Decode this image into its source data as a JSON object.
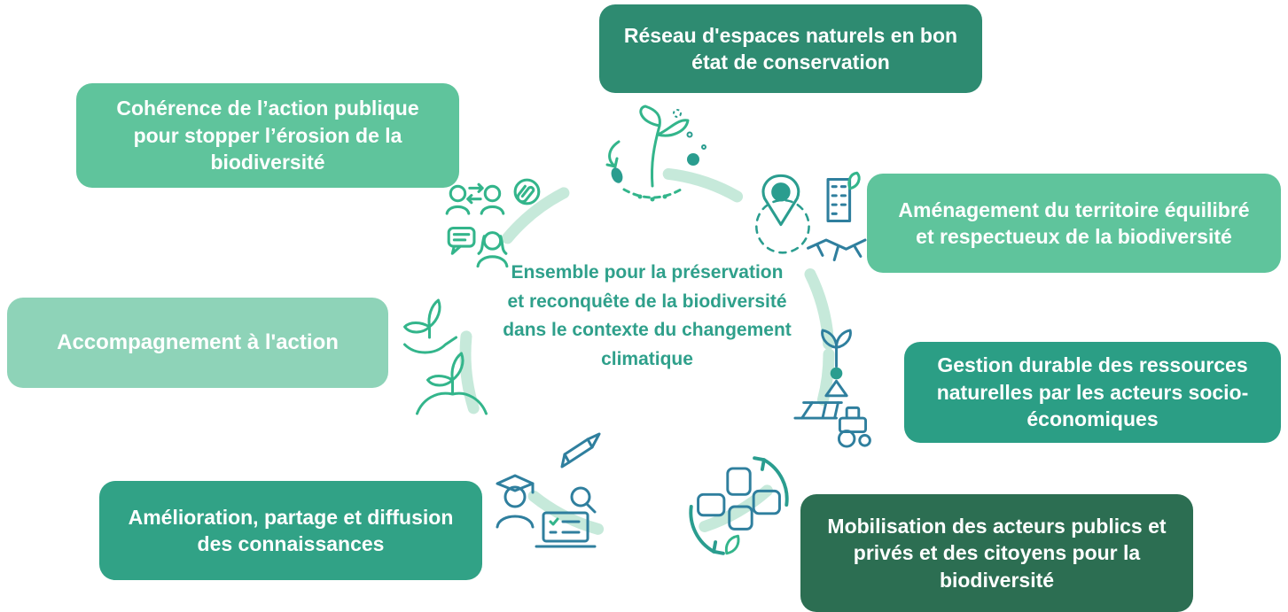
{
  "diagram": {
    "center_text": "Ensemble pour la préservation et reconquête de la biodiversité dans le contexte du changement climatique",
    "center_color": "#2fa08b",
    "ring_color": "#c6e9da"
  },
  "boxes": {
    "reseau": {
      "label": "Réseau d'espaces naturels en bon état de conservation",
      "bg": "#2e8b71"
    },
    "coherence": {
      "label": "Cohérence de l’action publique pour stopper l’érosion de la biodiversité",
      "bg": "#5fc49c"
    },
    "amenagement": {
      "label": "Aménagement du territoire équilibré et respectueux de la biodiversité",
      "bg": "#5fc49c"
    },
    "accompagnement": {
      "label": "Accompagnement à l'action",
      "bg": "#8ed3b8"
    },
    "gestion": {
      "label": "Gestion durable des ressources naturelles par les acteurs socio-économiques",
      "bg": "#2b9e85"
    },
    "amelioration": {
      "label": "Amélioration, partage et diffusion des connaissances",
      "bg": "#31a286"
    },
    "mobilisation": {
      "label": "Mobilisation des acteurs publics et privés et des citoyens pour la biodiversité",
      "bg": "#2c6e52"
    }
  },
  "icons": {
    "top": "seed-growth-icon",
    "top_left": "dialogue-people-icon",
    "top_right": "territory-map-pin-icon",
    "left": "hands-holding-plants-icon",
    "right": "sustainable-agriculture-icon",
    "bottom_left": "knowledge-education-icon",
    "bottom_right": "teamwork-hands-icon"
  },
  "palette": {
    "icon_green": "#33b58b",
    "icon_teal": "#2a9d8f",
    "icon_blue": "#2f7f9e"
  }
}
